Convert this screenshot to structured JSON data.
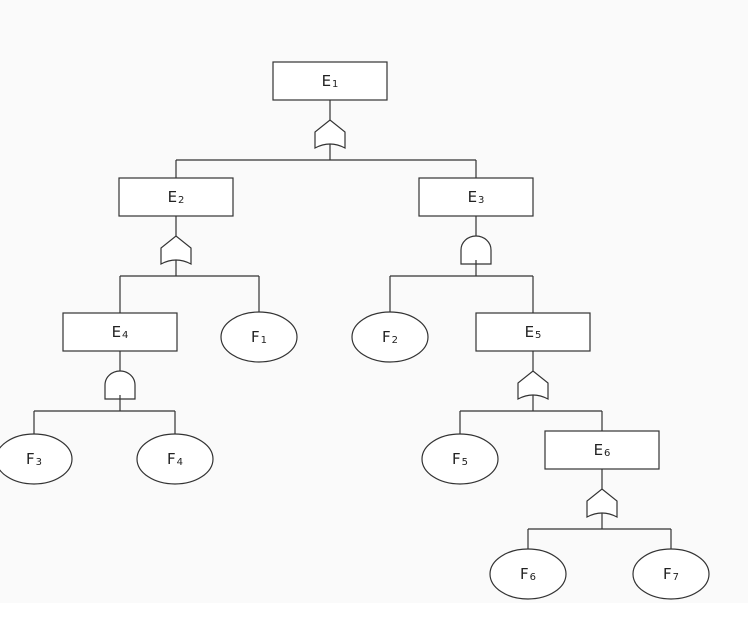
{
  "diagram": {
    "events": [
      {
        "id": "E1",
        "letter": "E",
        "sub": "1"
      },
      {
        "id": "E2",
        "letter": "E",
        "sub": "2"
      },
      {
        "id": "E3",
        "letter": "E",
        "sub": "3"
      },
      {
        "id": "E4",
        "letter": "E",
        "sub": "4"
      },
      {
        "id": "E5",
        "letter": "E",
        "sub": "5"
      },
      {
        "id": "E6",
        "letter": "E",
        "sub": "6"
      }
    ],
    "basic_events": [
      {
        "id": "F1",
        "letter": "F",
        "sub": "1"
      },
      {
        "id": "F2",
        "letter": "F",
        "sub": "2"
      },
      {
        "id": "F3",
        "letter": "F",
        "sub": "3"
      },
      {
        "id": "F4",
        "letter": "F",
        "sub": "4"
      },
      {
        "id": "F5",
        "letter": "F",
        "sub": "5"
      },
      {
        "id": "F6",
        "letter": "F",
        "sub": "6"
      },
      {
        "id": "F7",
        "letter": "F",
        "sub": "7"
      }
    ],
    "gates": [
      {
        "output": "E1",
        "type": "OR",
        "inputs": [
          "E2",
          "E3"
        ]
      },
      {
        "output": "E2",
        "type": "OR",
        "inputs": [
          "E4",
          "F1"
        ]
      },
      {
        "output": "E3",
        "type": "AND",
        "inputs": [
          "F2",
          "E5"
        ]
      },
      {
        "output": "E4",
        "type": "AND",
        "inputs": [
          "F3",
          "F4"
        ]
      },
      {
        "output": "E5",
        "type": "OR",
        "inputs": [
          "F5",
          "E6"
        ]
      },
      {
        "output": "E6",
        "type": "OR",
        "inputs": [
          "F6",
          "F7"
        ]
      }
    ]
  }
}
